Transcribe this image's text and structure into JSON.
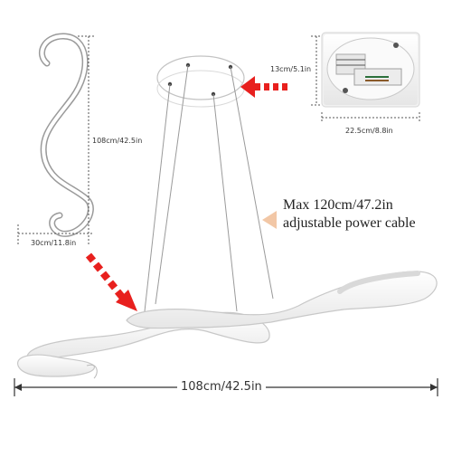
{
  "labels": {
    "hook_height": "108cm/42.5in",
    "hook_width": "30cm/11.8in",
    "canopy_height": "13cm/5.1in",
    "canopy_width": "22.5cm/8.8in",
    "cable_line1": "Max 120cm/47.2in",
    "cable_line2": "adjustable power cable",
    "fixture_width": "108cm/42.5in"
  },
  "colors": {
    "arrow": "#e8201e",
    "pointer": "#f2c7a6",
    "fixture": "#ffffff",
    "fixture_edge": "#c8c8c8",
    "dashed": "#555555"
  }
}
